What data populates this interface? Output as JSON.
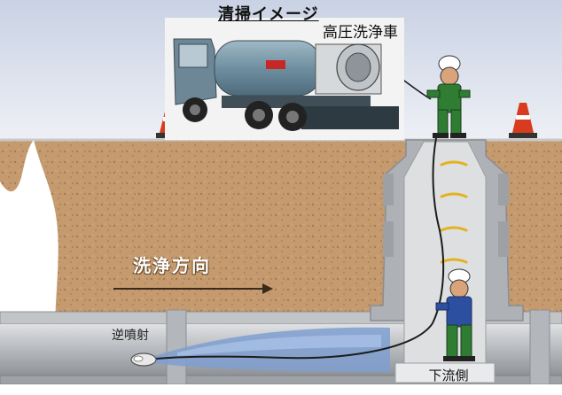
{
  "title": "清掃イメージ",
  "labels": {
    "truck": "高圧洗浄車",
    "direction": "洗浄方向",
    "nozzle": "逆噴射",
    "downstream": "下流側"
  },
  "colors": {
    "sky": "#dfe4ee",
    "soil": "#c49a6e",
    "pipe": "#b9bcc0",
    "manhole": "#aeb2b6",
    "water": "#7f9fd0",
    "worker_suit": "#2e7d32",
    "ladder": "#e3b21f",
    "cone": "#d83b1e"
  },
  "icons": [
    "truck-icon",
    "worker-icon",
    "traffic-cone-icon",
    "nozzle-icon",
    "ladder-rung-icon",
    "arrow-right-icon"
  ]
}
